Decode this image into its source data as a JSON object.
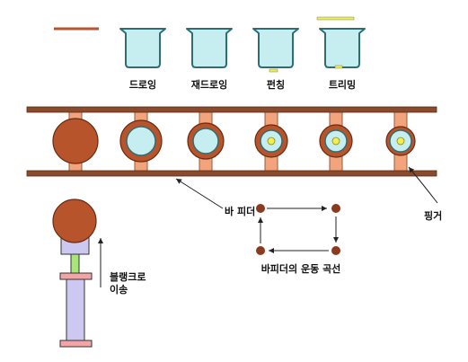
{
  "colors": {
    "metal_brown": "#8a4a2c",
    "blank_fill": "#b8542c",
    "cup_fill": "#c6eef0",
    "cup_stroke": "#2e6e72",
    "finger_fill": "#f2a47c",
    "finger_stroke": "#9a5a3c",
    "hole_yellow": "#f0ee50",
    "press_lavender": "#ccc8f2",
    "press_pink": "#f3a4a4",
    "press_green": "#a8e57a",
    "motion_dot": "#8c3a1e",
    "line_dark": "#222222"
  },
  "process_steps": [
    {
      "id": "blank",
      "label": ""
    },
    {
      "id": "drawing",
      "label": "드로잉"
    },
    {
      "id": "redrawing",
      "label": "재드로잉"
    },
    {
      "id": "punching",
      "label": "펀칭"
    },
    {
      "id": "trimming",
      "label": "트리밍"
    }
  ],
  "labels": {
    "bar_feeder": "바 피더",
    "finger": "핑거",
    "blank_transfer_line1": "블랭크로",
    "blank_transfer_line2": "이송",
    "motion_curve": "바피더의 운동 곡선"
  },
  "icons": {
    "transfer_arrow": "arrow-up-icon",
    "motion_arrows": "arrow-icon"
  }
}
